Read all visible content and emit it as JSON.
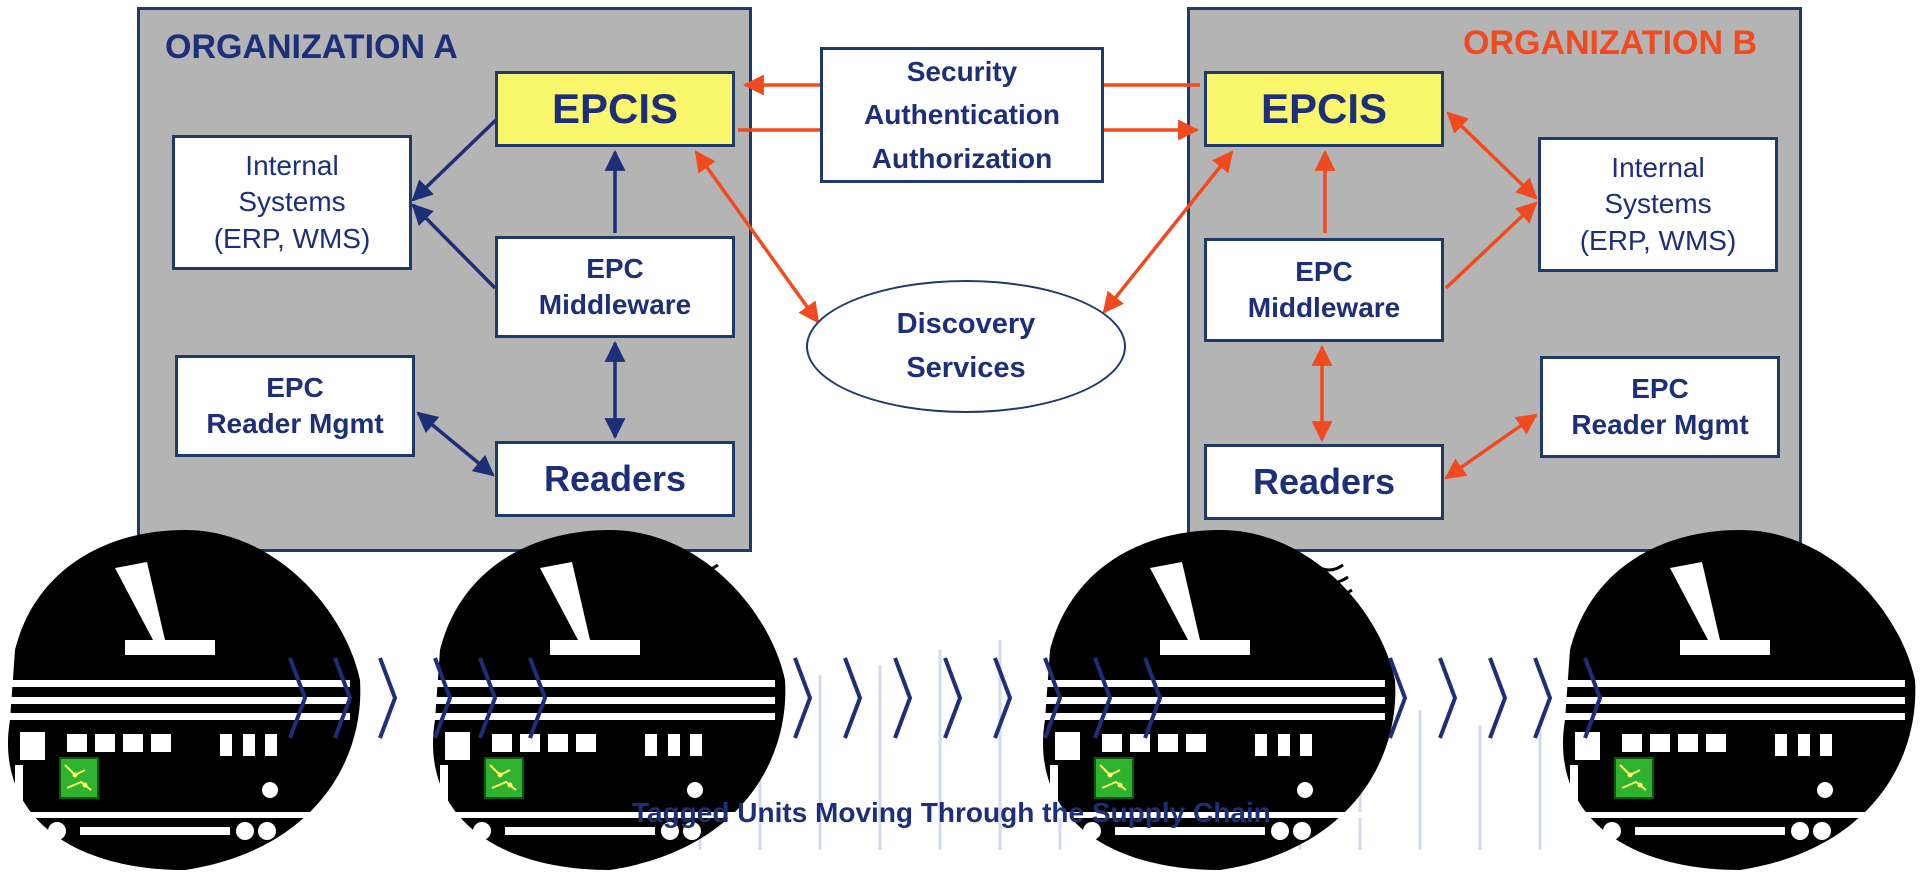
{
  "org_a": {
    "title": "ORGANIZATION A",
    "epcis": "EPCIS",
    "internal_line1": "Internal",
    "internal_line2": "Systems",
    "internal_line3": "(ERP, WMS)",
    "middleware_line1": "EPC",
    "middleware_line2": "Middleware",
    "reader_mgmt_line1": "EPC",
    "reader_mgmt_line2": "Reader Mgmt",
    "readers": "Readers"
  },
  "org_b": {
    "title": "ORGANIZATION B",
    "epcis": "EPCIS",
    "internal_line1": "Internal",
    "internal_line2": "Systems",
    "internal_line3": "(ERP, WMS)",
    "middleware_line1": "EPC",
    "middleware_line2": "Middleware",
    "reader_mgmt_line1": "EPC",
    "reader_mgmt_line2": "Reader Mgmt",
    "readers": "Readers"
  },
  "security": {
    "line1": "Security",
    "line2": "Authentication",
    "line3": "Authorization"
  },
  "discovery": {
    "line1": "Discovery",
    "line2": "Services"
  },
  "caption": "Tagged Units Moving Through the Supply Chain",
  "colors": {
    "org_a": "#1c2f78",
    "org_b": "#f04a1e",
    "epcis_fill": "#fbf76c",
    "org_background": "#b4b4b4",
    "tag_green": "#2fb22f"
  }
}
